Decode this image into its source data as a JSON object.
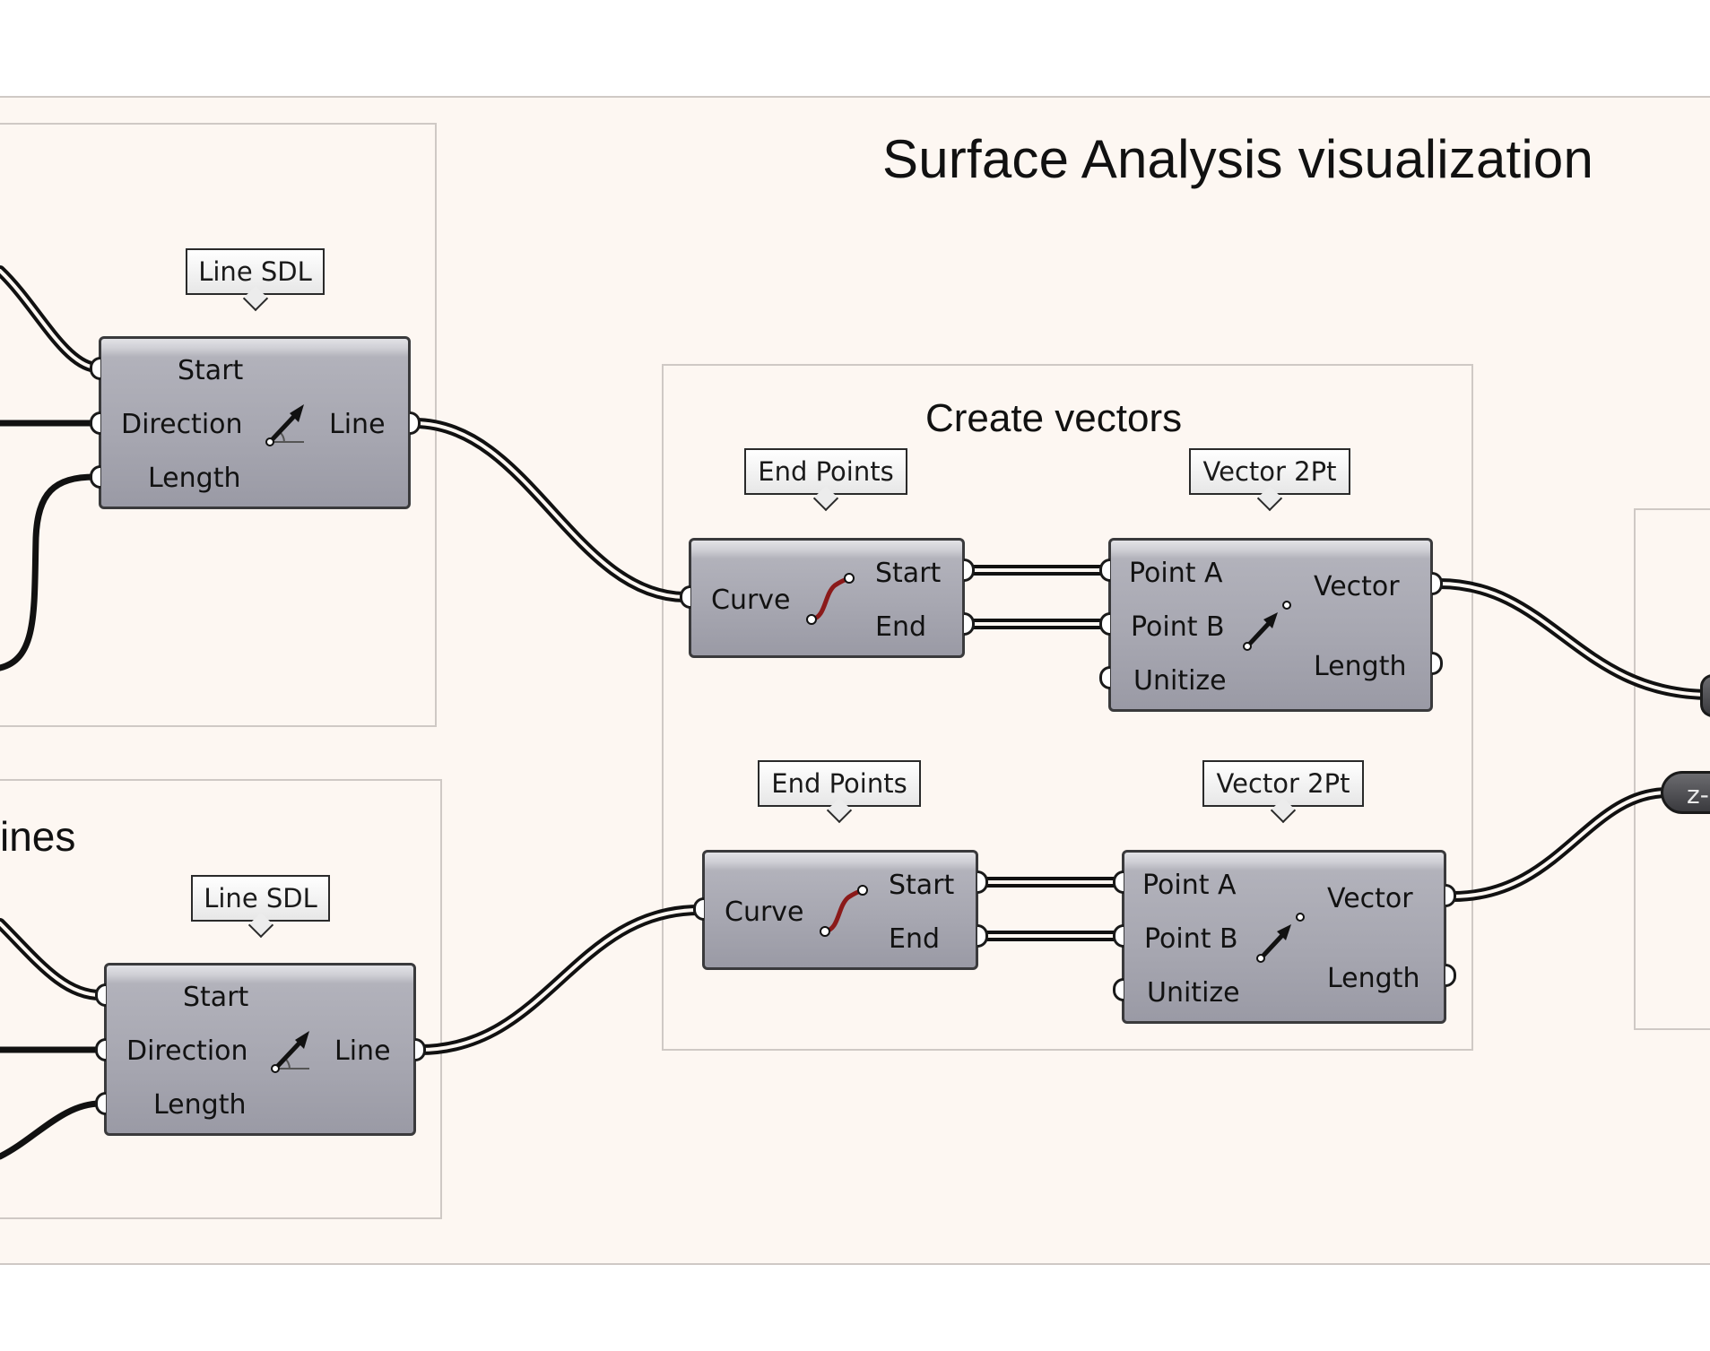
{
  "canvas": {
    "title": "Surface Analysis visualization",
    "groups": {
      "create_vectors": "Create vectors",
      "lines_partial": "ines"
    }
  },
  "components": {
    "line_sdl_top": {
      "tag": "Line SDL",
      "inputs": [
        "Start",
        "Direction",
        "Length"
      ],
      "output": "Line"
    },
    "line_sdl_bottom": {
      "tag": "Line SDL",
      "inputs": [
        "Start",
        "Direction",
        "Length"
      ],
      "output": "Line"
    },
    "end_points_top": {
      "tag": "End Points",
      "input": "Curve",
      "outputs": [
        "Start",
        "End"
      ]
    },
    "end_points_bottom": {
      "tag": "End Points",
      "input": "Curve",
      "outputs": [
        "Start",
        "End"
      ]
    },
    "vector_2pt_top": {
      "tag": "Vector 2Pt",
      "inputs": [
        "Point A",
        "Point B",
        "Unitize"
      ],
      "outputs": [
        "Vector",
        "Length"
      ]
    },
    "vector_2pt_bottom": {
      "tag": "Vector 2Pt",
      "inputs": [
        "Point A",
        "Point B",
        "Unitize"
      ],
      "outputs": [
        "Vector",
        "Length"
      ]
    }
  },
  "partial": {
    "capsule_label": "z-"
  },
  "icons": {
    "line_sdl": "line-sdl-icon",
    "end_points": "end-points-icon",
    "vector_2pt": "vector-2pt-icon"
  },
  "colors": {
    "canvas_bg": "#fdf7f2",
    "group_border": "#cfc9c5",
    "component_body": "#a6a6b0",
    "wire": "#111111",
    "curve_icon": "#8b1a1a"
  }
}
